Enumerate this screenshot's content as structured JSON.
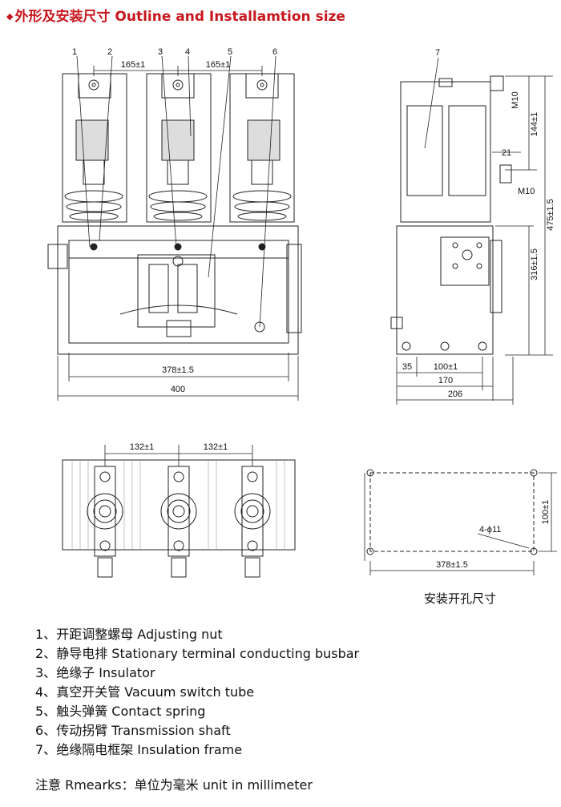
{
  "header": {
    "bullet": "◆",
    "title": "外形及安装尺寸 Outline and Installamtion size"
  },
  "callouts": [
    "1",
    "2",
    "3",
    "4",
    "5",
    "6",
    "7"
  ],
  "dimensions": {
    "front_pitch_left": "165±1",
    "front_pitch_right": "165±1",
    "front_inner": "378±1.5",
    "front_overall": "400",
    "side_bolt_top": "M10",
    "side_144": "144±1",
    "side_21": "21",
    "side_bolt_mid": "M10",
    "side_316": "316±1.5",
    "side_475": "475±1.5",
    "side_35": "35",
    "side_100": "100±1",
    "side_170": "170",
    "side_206": "206",
    "top_pitch_left": "132±1",
    "top_pitch_right": "132±1",
    "hole_100": "100±1",
    "hole_label": "4-ϕ11",
    "hole_378": "378±1.5"
  },
  "hole_caption": "安装开孔尺寸",
  "legend": [
    {
      "num": "1、",
      "cn": "开距调整螺母",
      "en": "Adjusting nut"
    },
    {
      "num": "2、",
      "cn": "静导电排",
      "en": "Stationary terminal conducting busbar"
    },
    {
      "num": "3、",
      "cn": "绝缘子",
      "en": "Insulator"
    },
    {
      "num": "4、",
      "cn": "真空开关管",
      "en": "Vacuum switch tube"
    },
    {
      "num": "5、",
      "cn": "触头弹簧",
      "en": "Contact spring"
    },
    {
      "num": "6、",
      "cn": "传动拐臂",
      "en": "Transmission shaft"
    },
    {
      "num": "7、",
      "cn": "绝缘隔电框架",
      "en": "Insulation frame"
    }
  ],
  "note": "注意 Rmearks：单位为毫米 unit in millimeter"
}
